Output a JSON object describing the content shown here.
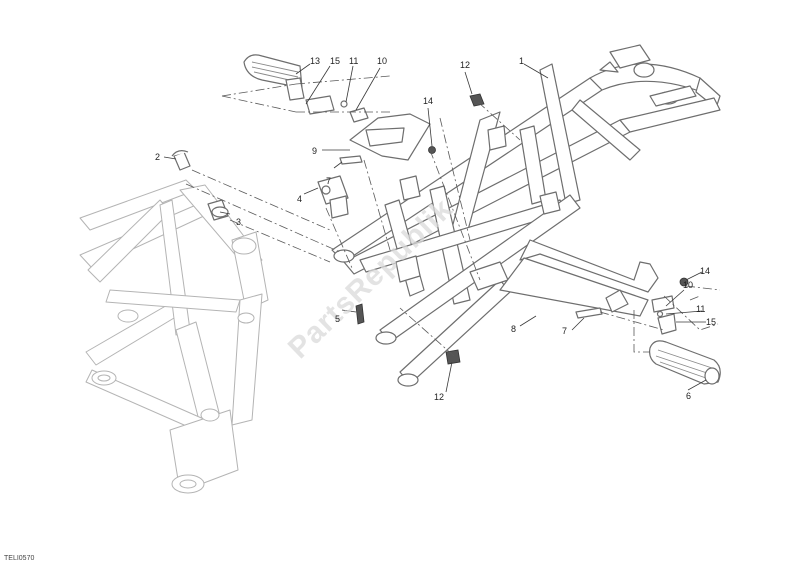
{
  "watermark": "PartsRepublik",
  "drawing_code": "TELI0570",
  "callouts": {
    "c1": "1",
    "c2": "2",
    "c3": "3",
    "c4": "4",
    "c5": "5",
    "c6": "6",
    "c7a": "7",
    "c7b": "7",
    "c8": "8",
    "c9": "9",
    "c10a": "10",
    "c10b": "10",
    "c11a": "11",
    "c11b": "11",
    "c12a": "12",
    "c12b": "12",
    "c13": "13",
    "c14a": "14",
    "c14b": "14",
    "c15a": "15",
    "c15b": "15"
  }
}
